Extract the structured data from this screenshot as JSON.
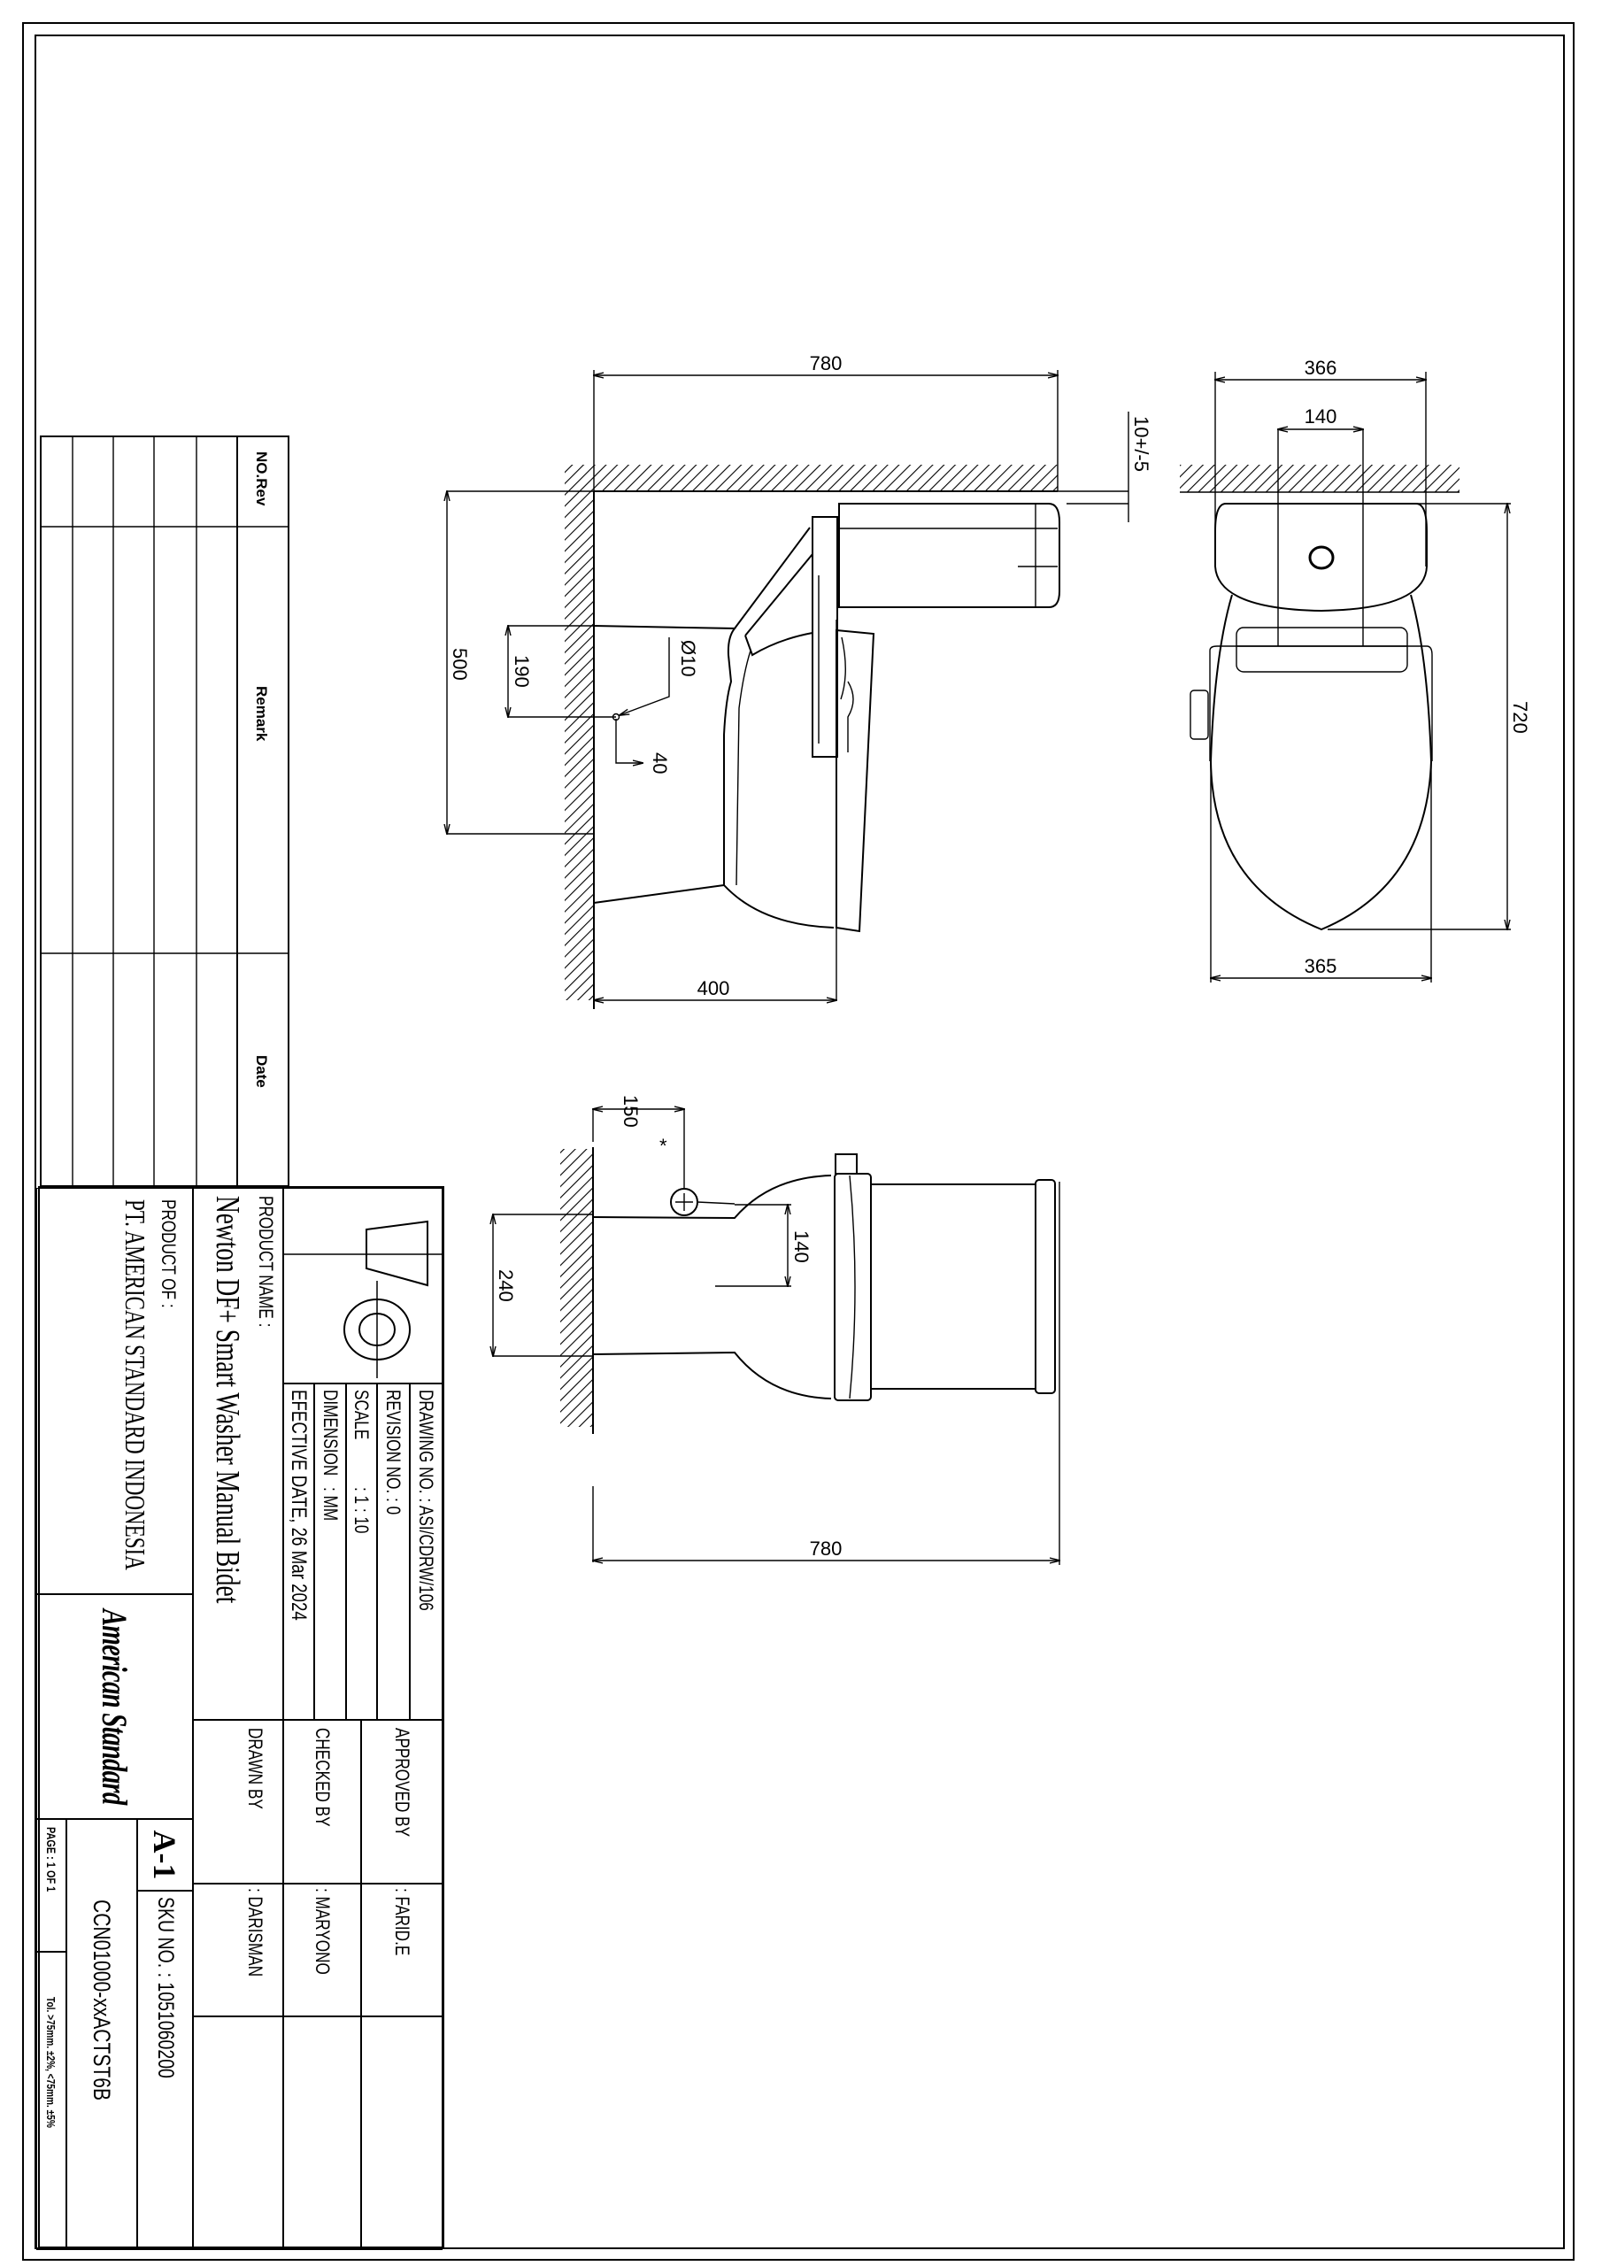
{
  "dimensions": {
    "side_width": "780",
    "tolerance": "10+/-5",
    "side_height": "500",
    "inlet_height": "190",
    "pipe_diameter": "Ø10",
    "inlet_offset": "40",
    "side_depth": "400",
    "top_tank_width": "366",
    "top_bolt_spacing": "140",
    "top_length": "720",
    "top_bowl_width": "365",
    "plan_valve_offset": "150",
    "plan_note": "*",
    "plan_valve_height": "140",
    "plan_outlet_height": "240",
    "plan_length": "780"
  },
  "revision_table": {
    "headers": [
      "NO.Rev",
      "Remark",
      "Date"
    ]
  },
  "title_block": {
    "drawing_no": "DRAWING NO. : ASI/CDRW/106",
    "revision_no": "REVISION NO. : 0",
    "scale_label": "SCALE",
    "scale_value": ": 1 : 10",
    "dimension_label": "DIMENSION",
    "dimension_value": ": MM",
    "effective_date": "EFECTIVE DATE, 26 Mar 2024",
    "approved_label": "APPROVED BY",
    "approved_value": ": FARID.E",
    "checked_label": "CHECKED BY",
    "checked_value": ": MARYONO",
    "drawn_label": "DRAWN BY",
    "drawn_value": ": DARISMAN",
    "product_name_label": "PRODUCT NAME :",
    "product_name": "Newton DF+ Smart Washer Manual Bidet",
    "product_of_label": "PRODUCT OF :",
    "company": "PT. AMERICAN STANDARD INDONESIA",
    "logo_text": "American Standard",
    "sheet_code": "A-1",
    "sku": "SKU NO. : 1051060200",
    "model_code": "CCN01000-xxACTST6B",
    "page": "PAGE : 1 OF 1",
    "tolerance_note": "Tol. >75mm. ±2%, <75mm. ±5%"
  }
}
